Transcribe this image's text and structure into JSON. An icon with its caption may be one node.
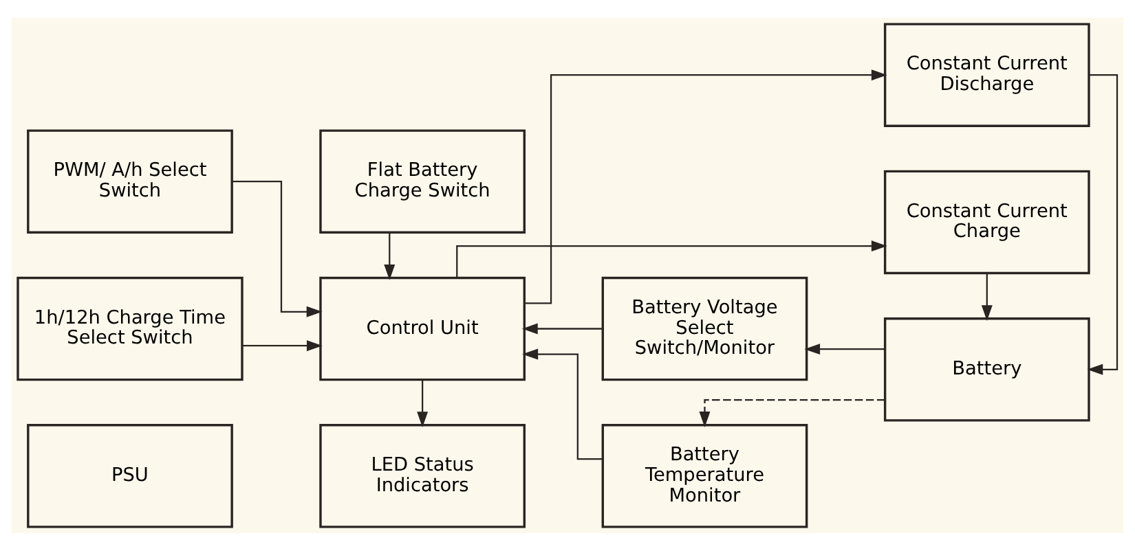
{
  "diagram": {
    "nodes": [
      {
        "text": [
          "PSU"
        ]
      },
      {
        "text": [
          "LED Status Indicators"
        ]
      },
      {
        "text": [
          "Battery Temperature Monitor"
        ]
      },
      {
        "text": [
          "Constant Current Charge"
        ]
      },
      {
        "text": [
          "1h/12h Charge Time Select Switch"
        ]
      },
      {
        "text": [
          "Control Unit"
        ]
      },
      {
        "text": [
          "Battery"
        ]
      },
      {
        "text": [
          "PWM/ A/h Select Switch"
        ]
      },
      {
        "text": [
          "Flat Battery Charge Switch"
        ]
      },
      {
        "text": [
          "Battery Voltage Select Switch/Monitor"
        ]
      },
      {
        "text": [
          "Constant Current Discharge"
        ]
      }
    ],
    "edges": [
      {
        "from": 6,
        "to": 2,
        "arrow": "to",
        "style": "dashed"
      },
      {
        "from": 5,
        "to": 1,
        "arrow": "to"
      },
      {
        "from": 2,
        "to": 5,
        "arrow": "to"
      },
      {
        "from": 5,
        "to": 3,
        "arrow": "to"
      },
      {
        "from": 4,
        "to": 5,
        "arrow": "to"
      },
      {
        "from": 3,
        "to": 6,
        "arrow": "to"
      },
      {
        "from": 6,
        "to": 9,
        "arrow": "to"
      },
      {
        "from": 5,
        "to": 10,
        "arrow": "to"
      },
      {
        "from": 7,
        "to": 5,
        "arrow": "to"
      },
      {
        "from": 8,
        "to": 5,
        "arrow": "to"
      },
      {
        "from": 9,
        "to": 5,
        "arrow": "to"
      },
      {
        "from": 10,
        "to": 6,
        "arrow": "to"
      }
    ]
  }
}
